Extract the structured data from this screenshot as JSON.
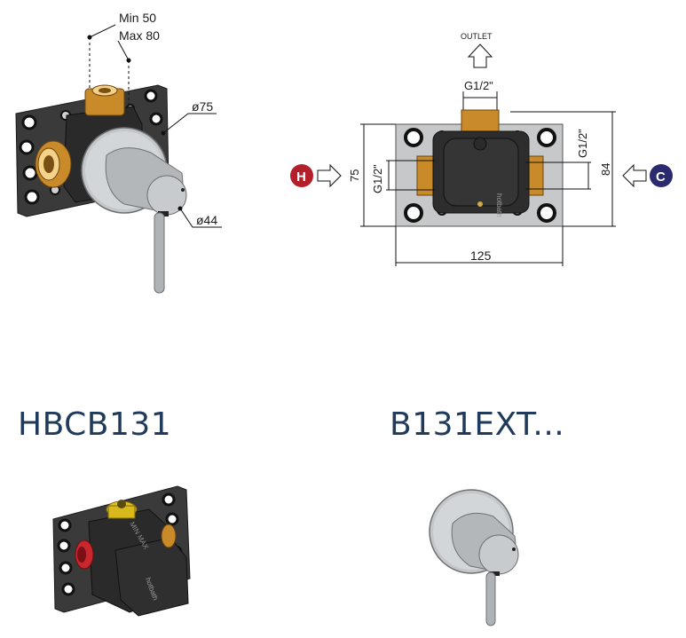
{
  "top_left": {
    "dim_min": "Min 50",
    "dim_max": "Max 80",
    "dim_outer_diameter": "ø75",
    "dim_inner_diameter": "ø44"
  },
  "top_right": {
    "outlet_label": "OUTLET",
    "top_thread": "G1/2\"",
    "left_thread": "G1/2\"",
    "right_thread": "G1/2\"",
    "height_75": "75",
    "height_84": "84",
    "width_125": "125",
    "hot_badge": "H",
    "cold_badge": "C",
    "brand_mark": "hotbath"
  },
  "bottom_left": {
    "title": "HBCB131",
    "brand_mark": "hotbath",
    "side_text": "MIN MAX"
  },
  "bottom_right": {
    "title": "B131EXT..."
  },
  "colors": {
    "title_blue": "#1f3a5a",
    "hot_red": "#b3202a",
    "cold_navy": "#2b2a6e",
    "brass": "#c98a2a",
    "plate_grey": "#3d3d3d",
    "chrome": "#b9bcbf"
  }
}
